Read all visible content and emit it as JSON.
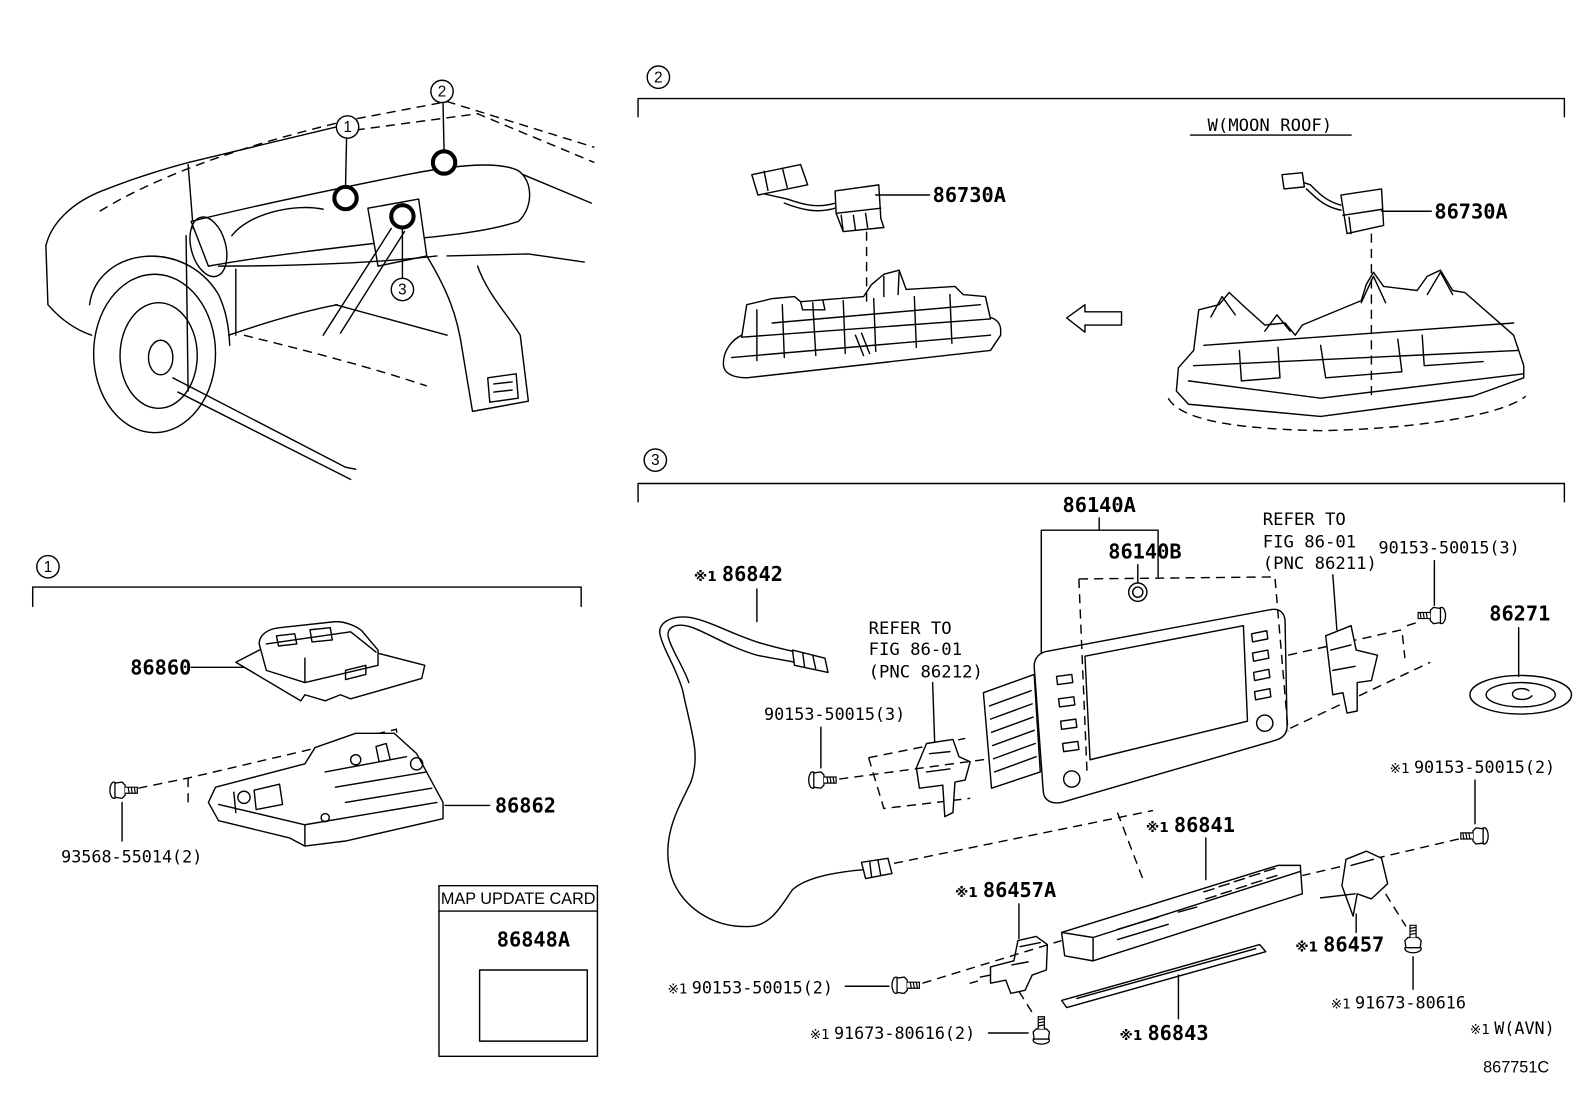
{
  "overview": {
    "callout_1": "1",
    "callout_2": "2",
    "callout_3": "3"
  },
  "section_1": {
    "number": "1",
    "module": "86860",
    "bracket": "86862",
    "bolt": "93568-55014(2)",
    "map_update_card": {
      "title": "MAP UPDATE CARD",
      "part": "86848A"
    }
  },
  "section_2": {
    "number": "2",
    "variant_label": "W(MOON ROOF)",
    "standard_part": "86730A",
    "moon_roof_part": "86730A"
  },
  "section_3": {
    "number": "3",
    "display_assembly": "86140A",
    "knob": "86140B",
    "refer_right": {
      "line_1": "REFER TO",
      "line_2": "FIG 86-01",
      "line_3": "(PNC 86211)"
    },
    "refer_left": {
      "line_1": "REFER TO",
      "line_2": "FIG 86-01",
      "line_3": "(PNC 86212)"
    },
    "bolt_display_right": "90153-50015(3)",
    "bolt_display_left": "90153-50015(3)",
    "disc": "86271",
    "cable": {
      "mark": "※1",
      "part": "86842"
    },
    "bolt_unit_right": {
      "mark": "※1",
      "part": "90153-50015(2)"
    },
    "unit": {
      "mark": "※1",
      "part": "86841"
    },
    "bracket_left": {
      "mark": "※1",
      "part": "86457A"
    },
    "bracket_right": {
      "mark": "※1",
      "part": "86457"
    },
    "bolt_unit_left": {
      "mark": "※1",
      "part": "90153-50015(2)"
    },
    "screw_left": {
      "mark": "※1",
      "part": "91673-80616(2)"
    },
    "plate": {
      "mark": "※1",
      "part": "86843"
    },
    "screw_right": {
      "mark": "※1",
      "part": "91673-80616"
    }
  },
  "footnote": {
    "mark": "※1",
    "text": "W(AVN)"
  },
  "figure_code": "867751C"
}
